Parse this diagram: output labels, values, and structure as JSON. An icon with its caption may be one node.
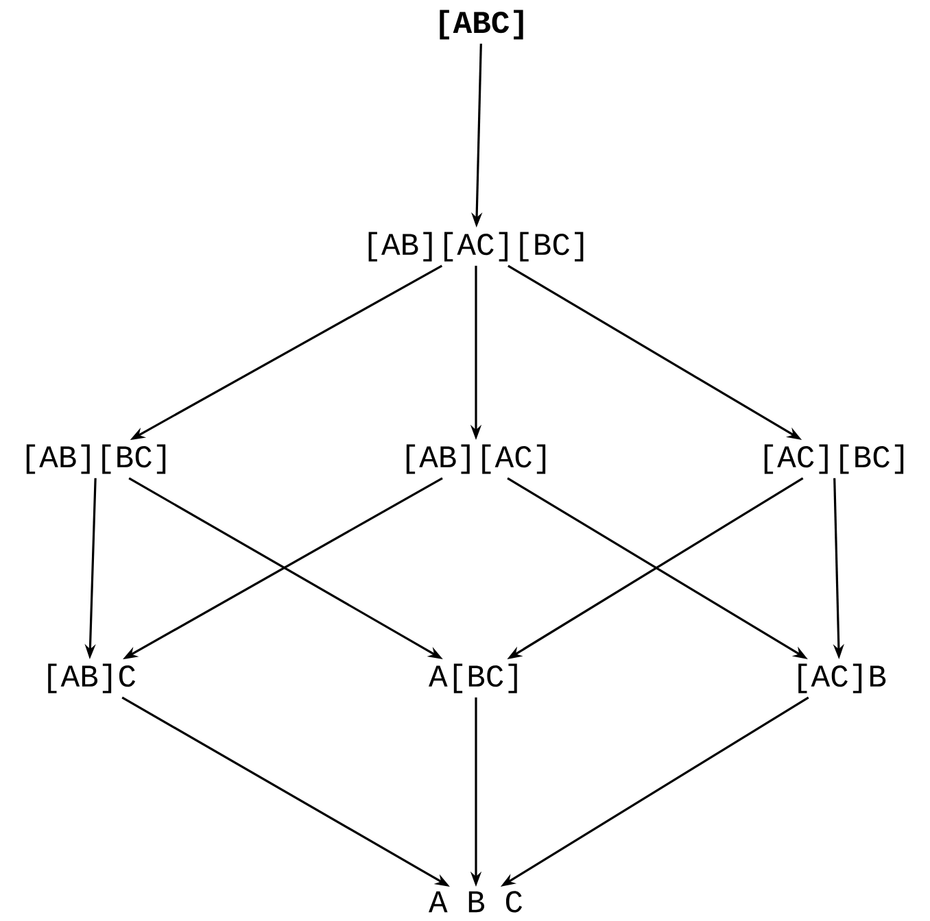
{
  "diagram": {
    "nodes": [
      {
        "text": [
          "[ABC]"
        ]
      },
      {
        "text": [
          "[AB][AC][BC]"
        ]
      },
      {
        "text": [
          "[AB][BC]"
        ]
      },
      {
        "text": [
          "[AB][AC]"
        ]
      },
      {
        "text": [
          "[AC][BC]"
        ]
      },
      {
        "text": [
          "[AB]C"
        ]
      },
      {
        "text": [
          "A[BC]"
        ]
      },
      {
        "text": [
          "[AC]B"
        ]
      },
      {
        "text": [
          "A B C"
        ]
      }
    ],
    "edges": [
      {
        "from": 0,
        "to": 1,
        "arrow": "to"
      },
      {
        "from": 1,
        "to": 2,
        "arrow": "to"
      },
      {
        "from": 1,
        "to": 3,
        "arrow": "to"
      },
      {
        "from": 1,
        "to": 4,
        "arrow": "to"
      },
      {
        "from": 2,
        "to": 5,
        "arrow": "to"
      },
      {
        "from": 2,
        "to": 6,
        "arrow": "to"
      },
      {
        "from": 3,
        "to": 5,
        "arrow": "to"
      },
      {
        "from": 3,
        "to": 7,
        "arrow": "to"
      },
      {
        "from": 4,
        "to": 6,
        "arrow": "to"
      },
      {
        "from": 4,
        "to": 7,
        "arrow": "to"
      },
      {
        "from": 5,
        "to": 8,
        "arrow": "to"
      },
      {
        "from": 6,
        "to": 8,
        "arrow": "to"
      },
      {
        "from": 7,
        "to": 8,
        "arrow": "to"
      }
    ]
  }
}
